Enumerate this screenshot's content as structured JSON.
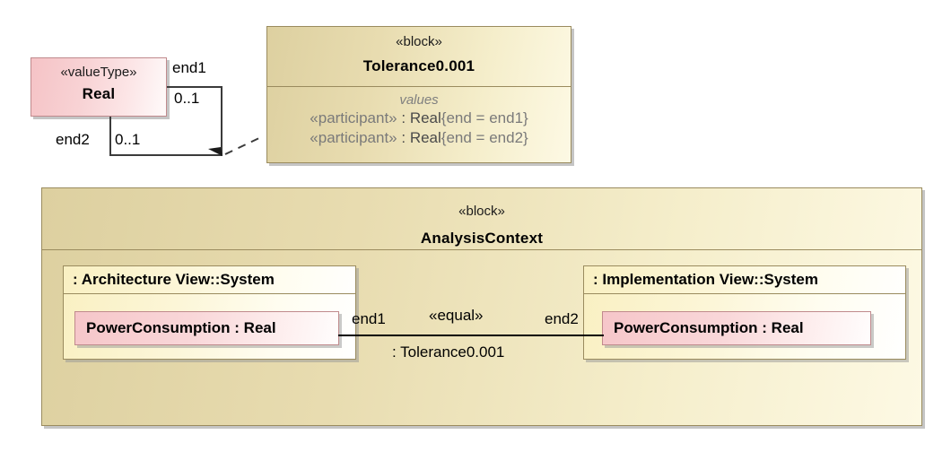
{
  "diagram": {
    "type": "SysML block definition / internal block diagram",
    "background": "#ffffff",
    "colors": {
      "block_fill": "#e8dcb0",
      "block_border": "#9a8b5e",
      "value_type_fill": "#f8d3d5",
      "value_type_border": "#c08a8d",
      "part_fill": "#fcf6d8",
      "property_fill": "#f9d7d9",
      "connector": "#000000",
      "muted_text": "#7f7f7f"
    }
  },
  "value_type": {
    "stereotype": "«valueType»",
    "name": "Real"
  },
  "tolerance_block": {
    "stereotype": "«block»",
    "name": "Tolerance0.001",
    "compartment_label": "values",
    "values": [
      {
        "stereotype": "«participant»",
        "separator": ":",
        "type": "Real",
        "constraint": "{end = end1}"
      },
      {
        "stereotype": "«participant»",
        "separator": ":",
        "type": "Real",
        "constraint": "{end = end2}"
      }
    ]
  },
  "association": {
    "end1_label": "end1",
    "end1_multiplicity": "0..1",
    "end2_label": "end2",
    "end2_multiplicity": "0..1"
  },
  "analysis_context": {
    "stereotype": "«block»",
    "name": "AnalysisContext",
    "parts": [
      {
        "title": ": Architecture View::System",
        "property": "PowerConsumption : Real"
      },
      {
        "title": ": Implementation View::System",
        "property": "PowerConsumption : Real"
      }
    ],
    "connector": {
      "end1_label": "end1",
      "end2_label": "end2",
      "stereotype": "«equal»",
      "type_label": ": Tolerance0.001"
    }
  }
}
